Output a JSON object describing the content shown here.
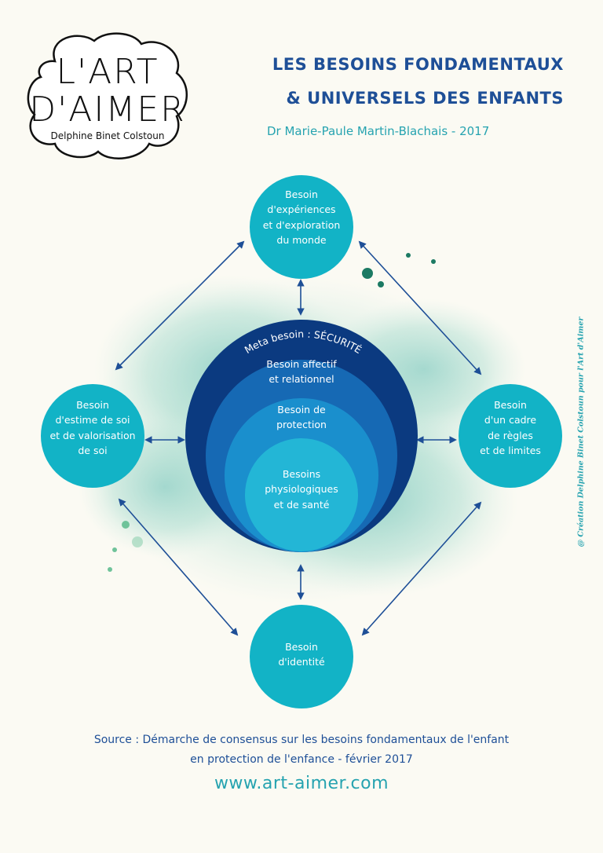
{
  "logo": {
    "line1": "L'ART",
    "line2": "D'AIMER",
    "subtitle": "Delphine Binet Colstoun"
  },
  "header": {
    "title_line1": "LES BESOINS FONDAMENTAUX",
    "title_line2": "& UNIVERSELS DES ENFANTS",
    "author": "Dr Marie-Paule Martin-Blachais  - 2017"
  },
  "diagram": {
    "top": [
      "Besoin",
      "d'expériences",
      "et d'exploration",
      "du monde"
    ],
    "left": [
      "Besoin",
      "d'estime de soi",
      "et de valorisation",
      "de soi"
    ],
    "right": [
      "Besoin",
      "d'un cadre",
      "de règles",
      "et de limites"
    ],
    "bottom": [
      "Besoin",
      "d'identité"
    ],
    "meta": "Meta besoin : SÉCURITÉ",
    "ring1": [
      "Besoin affectif",
      "et relationnel"
    ],
    "ring2": [
      "Besoin de",
      "protection"
    ],
    "ring3": [
      "Besoins",
      "physiologiques",
      "et de santé"
    ]
  },
  "footer": {
    "source_line1": "Source : Démarche de consensus sur les besoins  fondamentaux de l'enfant",
    "source_line2": "en protection de l'enfance - février 2017",
    "website": "www.art-aimer.com",
    "credit": "@ Création Delphine Binet Colstoun pour l'Art d'Aimer"
  },
  "colors": {
    "title_blue": "#1e4f97",
    "teal": "#26a3b0",
    "bubble": "#12b3c6",
    "ring_outer": "#0b3a80",
    "ring1": "#1669b4",
    "ring2": "#1a8fcd",
    "ring3": "#23b6d6"
  }
}
